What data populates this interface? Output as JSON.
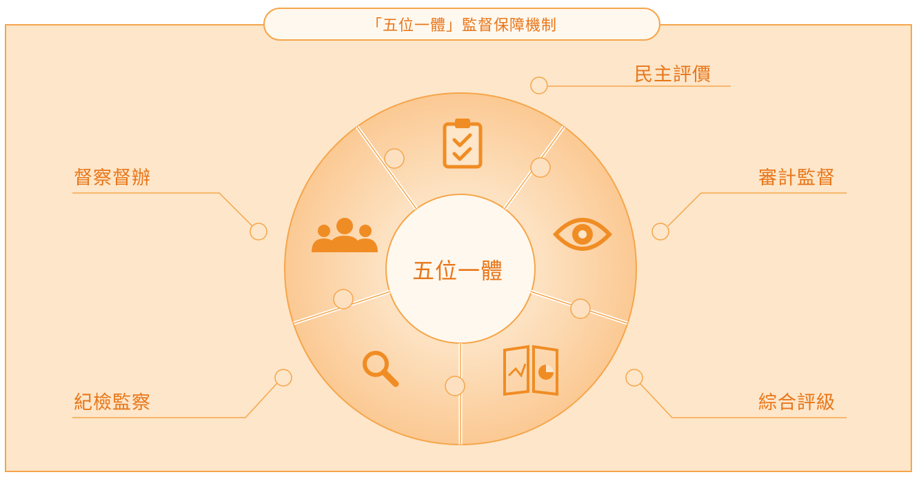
{
  "title": "「五位一體」監督保障機制",
  "center_label": "五位一體",
  "items": {
    "top": {
      "label": "民主評價",
      "icon": "clipboard-check-icon"
    },
    "right": {
      "label": "審計監督",
      "icon": "eye-icon"
    },
    "bottom_right": {
      "label": "綜合評級",
      "icon": "book-chart-icon"
    },
    "bottom_left": {
      "label": "紀檢監察",
      "icon": "magnifier-icon"
    },
    "left": {
      "label": "督察督辦",
      "icon": "people-group-icon"
    }
  },
  "colors": {
    "accent": "#e8761a",
    "border": "#f5a54a",
    "background": "#fde6c9",
    "segment": "#fbd0a0"
  }
}
